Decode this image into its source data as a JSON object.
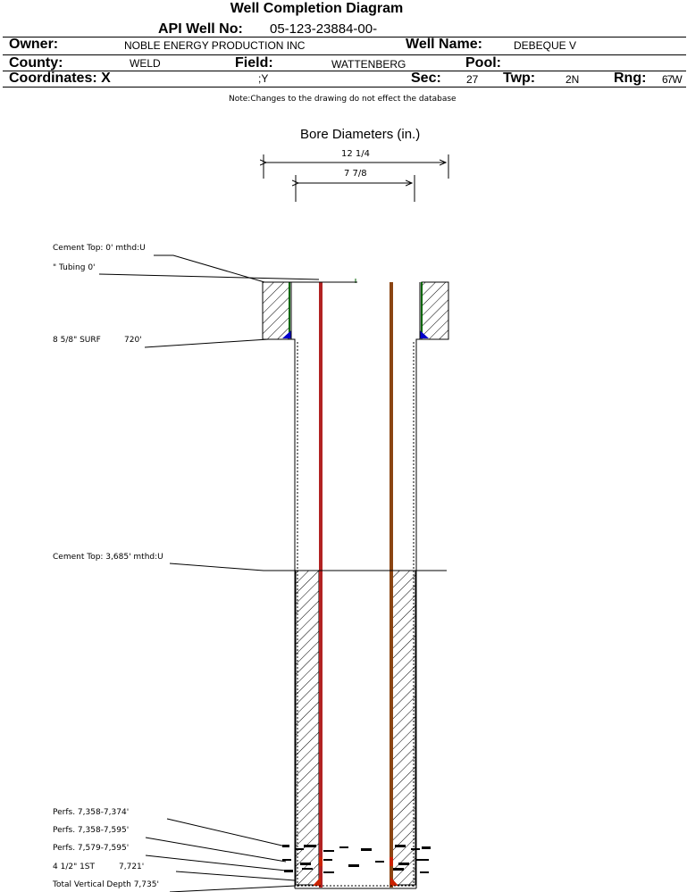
{
  "header": {
    "title": "Well Completion Diagram",
    "api_label": "API Well No:",
    "api_value": "05-123-23884-00-",
    "owner_label": "Owner:",
    "owner_value": "NOBLE ENERGY PRODUCTION INC",
    "wellname_label": "Well Name:",
    "wellname_value": "DEBEQUE V",
    "county_label": "County:",
    "county_value": "WELD",
    "field_label": "Field:",
    "field_value": "WATTENBERG",
    "pool_label": "Pool:",
    "pool_value": "",
    "coords_label": "Coordinates: X",
    "coords_y": ";Y",
    "sec_label": "Sec:",
    "sec_value": "27",
    "twp_label": "Twp:",
    "twp_value": "2N",
    "rng_label": "Rng:",
    "rng_value": "67W"
  },
  "note": "Note:Changes to the drawing do not effect the database",
  "bore": {
    "title": "Bore Diameters (in.)",
    "outer": "12 1/4",
    "inner": "7 7/8"
  },
  "annotations": {
    "cement_top_1": "Cement Top: 0' mthd:U",
    "tubing": "\" Tubing 0'",
    "surf_casing": "8 5/8\" SURF",
    "surf_depth": "720'",
    "cement_top_2": "Cement Top: 3,685' mthd:U",
    "perf_1": "Perfs. 7,358-7,374'",
    "perf_2": "Perfs. 7,358-7,595'",
    "perf_3": "Perfs. 7,579-7,595'",
    "prod_casing": "4 1/2\" 1ST",
    "prod_depth": "7,721'",
    "tvd": "Total Vertical Depth 7,735'"
  },
  "colors": {
    "tubing": "#8B4513",
    "tubing_inner": "#B22222",
    "cement_shoe": "#0000CC",
    "green_liner": "#006600",
    "perf_red": "#CC2200"
  }
}
